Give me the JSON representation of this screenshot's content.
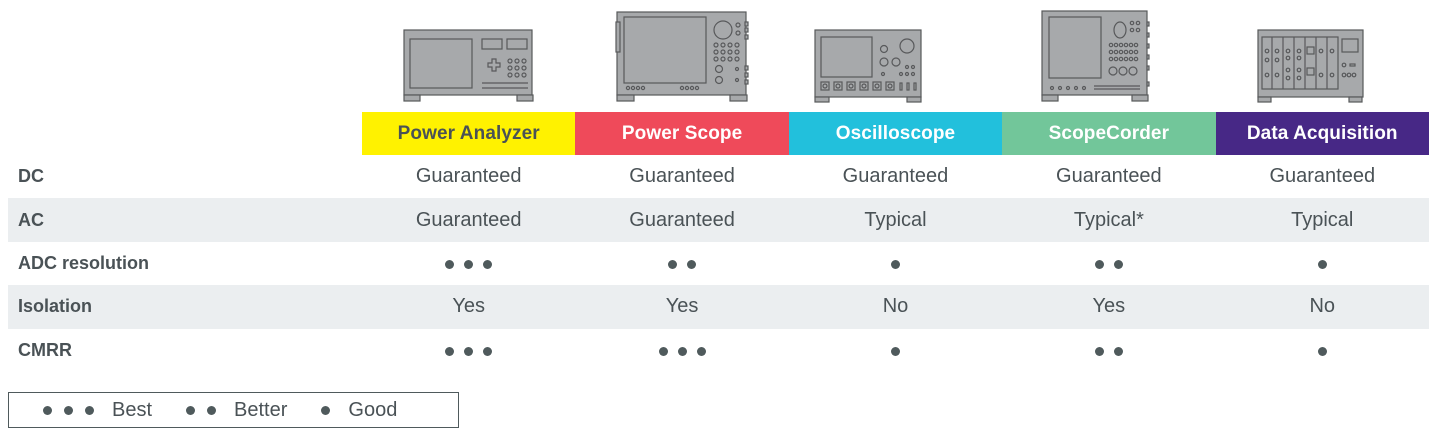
{
  "columns": [
    {
      "label": "Power Analyzer",
      "bg": "#fff200",
      "fg": "#4a5256",
      "icon": "power-analyzer-device-icon"
    },
    {
      "label": "Power Scope",
      "bg": "#ef4a5a",
      "fg": "#ffffff",
      "icon": "power-scope-device-icon"
    },
    {
      "label": "Oscilloscope",
      "bg": "#22c0dc",
      "fg": "#ffffff",
      "icon": "oscilloscope-device-icon"
    },
    {
      "label": "ScopeCorder",
      "bg": "#72c69a",
      "fg": "#ffffff",
      "icon": "scopecorder-device-icon"
    },
    {
      "label": "Data Acquisition",
      "bg": "#472886",
      "fg": "#ffffff",
      "icon": "data-acquisition-device-icon"
    }
  ],
  "rows": [
    {
      "label": "DC",
      "type": "text",
      "values": [
        "Guaranteed",
        "Guaranteed",
        "Guaranteed",
        "Guaranteed",
        "Guaranteed"
      ]
    },
    {
      "label": "AC",
      "type": "text",
      "values": [
        "Guaranteed",
        "Guaranteed",
        "Typical",
        "Typical*",
        "Typical"
      ]
    },
    {
      "label": "ADC resolution",
      "type": "dots",
      "values": [
        3,
        2,
        1,
        2,
        1
      ]
    },
    {
      "label": "Isolation",
      "type": "text",
      "values": [
        "Yes",
        "Yes",
        "No",
        "Yes",
        "No"
      ]
    },
    {
      "label": "CMRR",
      "type": "dots",
      "values": [
        3,
        3,
        1,
        2,
        1
      ]
    }
  ],
  "legend": [
    {
      "dots": 3,
      "label": "Best"
    },
    {
      "dots": 2,
      "label": "Better"
    },
    {
      "dots": 1,
      "label": "Good"
    }
  ],
  "colors": {
    "device_fill": "#a7a9ab",
    "device_stroke": "#58595b",
    "stripe": "#ebeef0",
    "text": "#4a5256",
    "dot": "#4f5a5c"
  }
}
